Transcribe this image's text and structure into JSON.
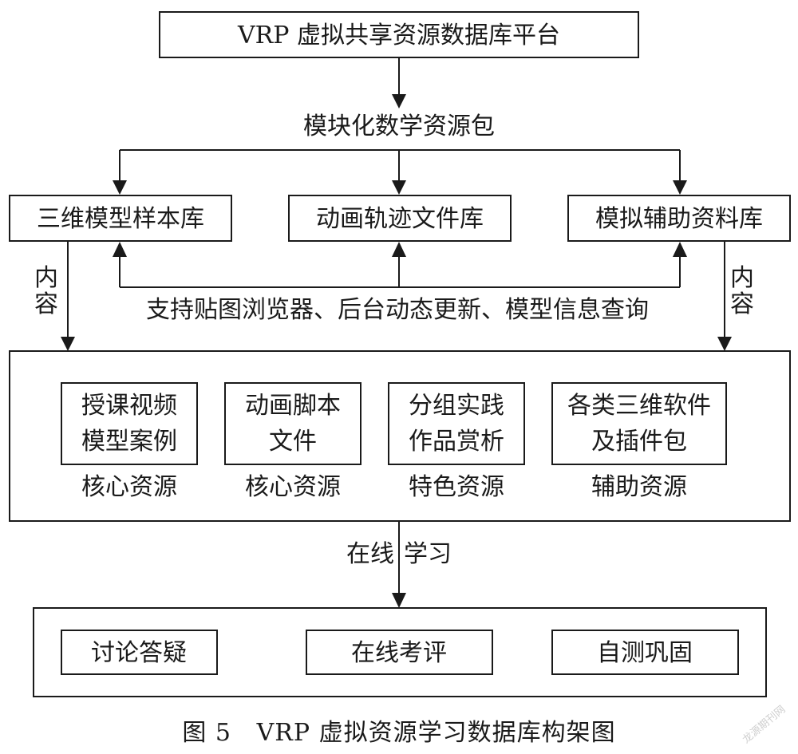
{
  "top": {
    "title": "VRP 虚拟共享资源数据库平台"
  },
  "package_label": "模块化数学资源包",
  "libraries": [
    {
      "label": "三维模型样本库"
    },
    {
      "label": "动画轨迹文件库"
    },
    {
      "label": "模拟辅助资料库"
    }
  ],
  "support_label": "支持贴图浏览器、后台动态更新、模型信息查询",
  "content_label_left": [
    "内",
    "容"
  ],
  "content_label_right": [
    "内",
    "容"
  ],
  "resources": [
    {
      "lines": [
        "授课视频",
        "模型案例"
      ],
      "category": "核心资源"
    },
    {
      "lines": [
        "动画脚本",
        "文件"
      ],
      "category": "核心资源"
    },
    {
      "lines": [
        "分组实践",
        "作品赏析"
      ],
      "category": "特色资源"
    },
    {
      "lines": [
        "各类三维软件",
        "及插件包"
      ],
      "category": "辅助资源"
    }
  ],
  "online_label": [
    "在线",
    "学习"
  ],
  "activities": [
    {
      "label": "讨论答疑"
    },
    {
      "label": "在线考评"
    },
    {
      "label": "自测巩固"
    }
  ],
  "caption": "图 5   VRP 虚拟资源学习数据库构架图",
  "watermark": "龙源期刊网"
}
